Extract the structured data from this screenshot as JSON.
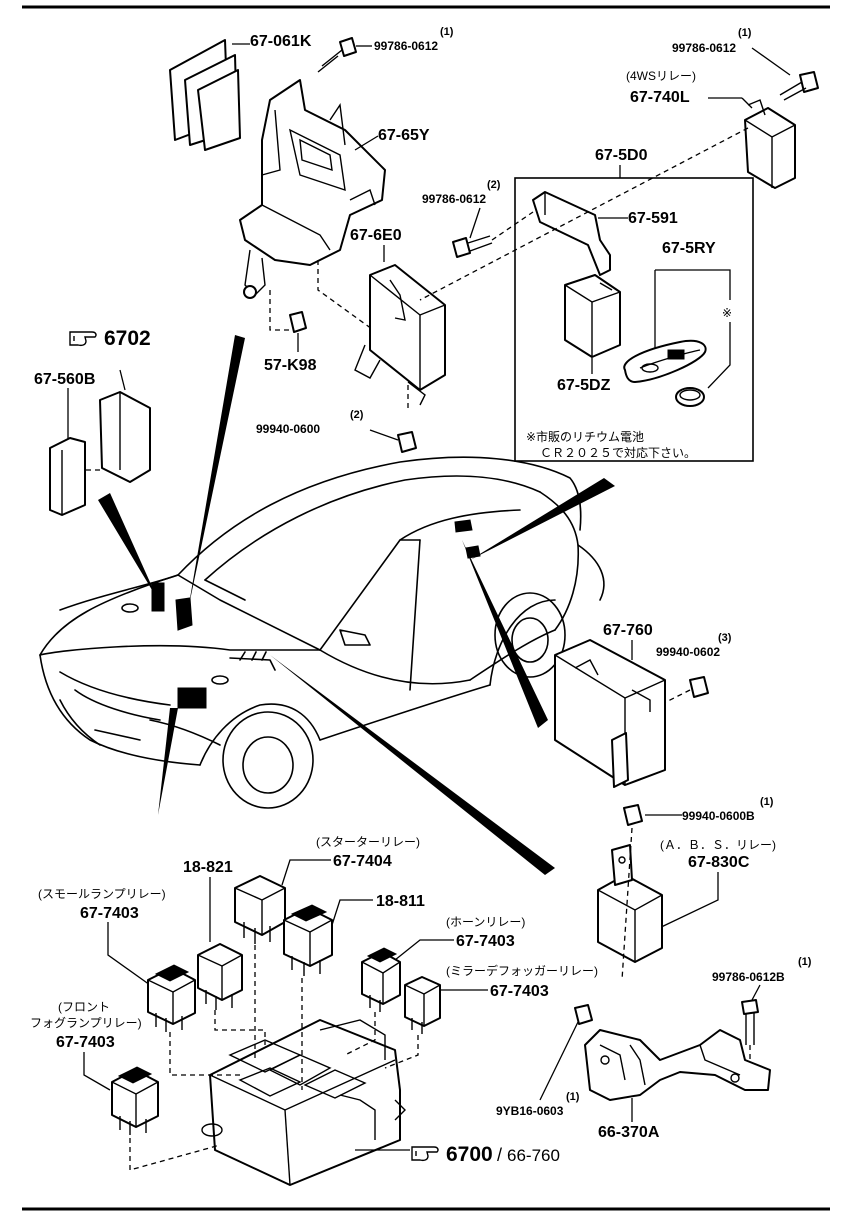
{
  "labels": {
    "p_67_061K": "67-061K",
    "p_99786_0612_top": "99786-0612",
    "qty_99786_top": "(1)",
    "p_67_65Y": "67-65Y",
    "p_99786_0612_right": "99786-0612",
    "qty_99786_right": "(1)",
    "jp_4ws_relay": "(4WSリレー)",
    "p_67_740L": "67-740L",
    "p_67_5D0": "67-5D0",
    "p_99786_0612_mid": "99786-0612",
    "qty_99786_mid": "(2)",
    "p_67_591": "67-591",
    "p_67_6E0": "67-6E0",
    "p_67_5RY": "67-5RY",
    "asterisk": "※",
    "p_67_5DZ": "67-5DZ",
    "ref_6702": "6702",
    "p_67_560B": "67-560B",
    "p_57_K98": "57-K98",
    "p_99940_0600": "99940-0600",
    "qty_99940_0600": "(2)",
    "note_battery_line1": "※市販のリチウム電池",
    "note_battery_line2": "ＣＲ２０２５で対応下さい。",
    "p_67_760": "67-760",
    "p_99940_0602": "99940-0602",
    "qty_99940_0602": "(3)",
    "p_99940_0600B": "99940-0600B",
    "qty_99940_0600B": "(1)",
    "jp_abs_relay": "(Ａ．Ｂ．Ｓ．リレー)",
    "p_67_830C": "67-830C",
    "jp_starter_relay": "(スターターリレー)",
    "p_67_7404": "67-7404",
    "p_18_821": "18-821",
    "p_18_811": "18-811",
    "jp_small_lamp_relay": "(スモールランプリレー)",
    "p_67_7403_small": "67-7403",
    "jp_horn_relay": "(ホーンリレー)",
    "p_67_7403_horn": "67-7403",
    "jp_mirror_defogger_relay": "(ミラーデフォッガーリレー)",
    "p_67_7403_mirror": "67-7403",
    "jp_front_fog_line1": "(フロント",
    "jp_front_fog_line2": "フォグランプリレー)",
    "p_67_7403_fog": "67-7403",
    "p_99786_0612B": "99786-0612B",
    "qty_99786_0612B": "(1)",
    "p_9YB16_0603": "9YB16-0603",
    "qty_9YB16_0603": "(1)",
    "p_66_370A": "66-370A",
    "ref_6700": "6700",
    "ref_66_760": "66-760",
    "ref_slash": "/"
  },
  "icons": {
    "ref_hand_6702": "pointing-hand-icon",
    "ref_hand_6700": "pointing-hand-icon"
  },
  "colors": {
    "ink": "#000000",
    "paper": "#ffffff"
  }
}
